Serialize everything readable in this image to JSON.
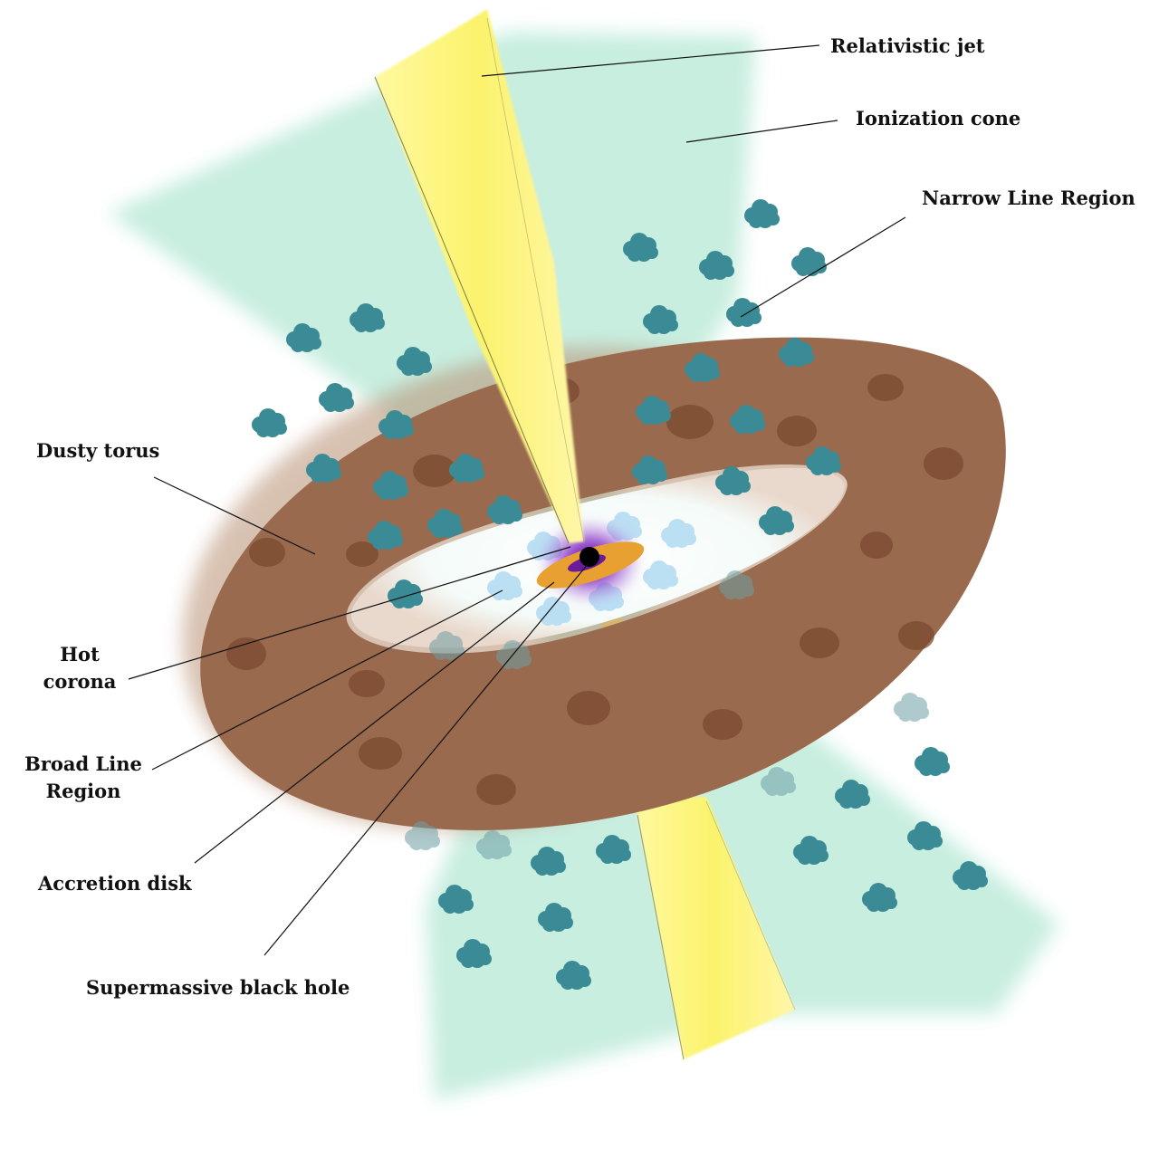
{
  "labels": {
    "relativistic_jet": "Relativistic jet",
    "ionization_cone": "Ionization cone",
    "narrow_line_region": "Narrow Line Region",
    "dusty_torus": "Dusty torus",
    "hot_corona_line1": "Hot",
    "hot_corona_line2": "corona",
    "broad_line_region_line1": "Broad Line",
    "broad_line_region_line2": "Region",
    "accretion_disk": "Accretion disk",
    "supermassive_black_hole": "Supermassive black hole"
  },
  "colors": {
    "ionization_cone": "#c8eee0",
    "jet": "#fdf67a",
    "torus": "#9a6a4e",
    "torus_spots": "#7a4a30",
    "nlr_clouds": "#3a8b96",
    "blr_clouds": "#b4dcf2",
    "accretion_disk": "#e8a030",
    "corona": "#7a22b0",
    "black_hole": "#000000"
  },
  "icons": {
    "cloud": "cloud-icon",
    "black_hole": "black-hole-icon"
  }
}
